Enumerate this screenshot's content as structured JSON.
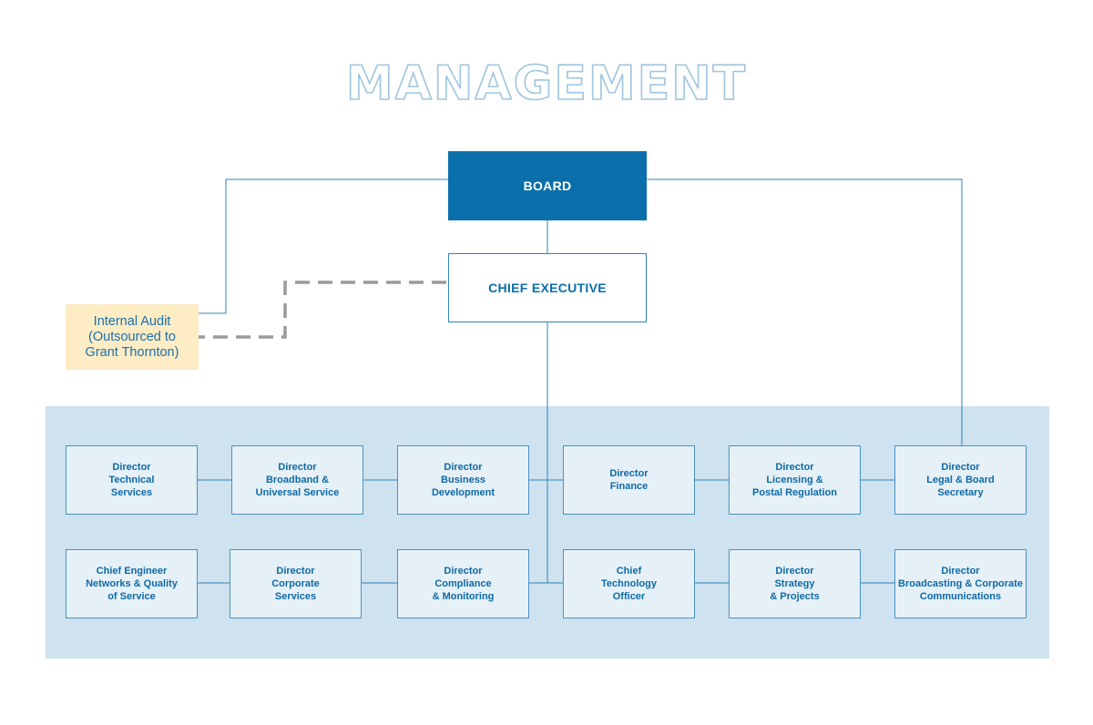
{
  "title": "MANAGEMENT",
  "board": "BOARD",
  "chief_executive": "CHIEF EXECUTIVE",
  "internal_audit": "Internal Audit\n(Outsourced to\nGrant Thornton)",
  "directors_row1": [
    "Director\nTechnical\nServices",
    "Director\nBroadband &\nUniversal Service",
    "Director\nBusiness\nDevelopment",
    "Director\nFinance",
    "Director\nLicensing &\nPostal Regulation",
    "Director\nLegal & Board\nSecretary"
  ],
  "directors_row2": [
    "Chief Engineer\nNetworks & Quality\nof Service",
    "Director\nCorporate\nServices",
    "Director\nCompliance\n& Monitoring",
    "Chief\nTechnology\nOfficer",
    "Director\nStrategy\n& Projects",
    "Director\nBroadcasting & Corporate\nCommunications"
  ],
  "colors": {
    "board_fill": "#0a6fab",
    "line": "#2e84bb",
    "band": "#cfe2ef",
    "box_fill": "#e5f0f7",
    "audit_fill": "#fdecc4",
    "dashed_line": "#9a9a9a"
  }
}
